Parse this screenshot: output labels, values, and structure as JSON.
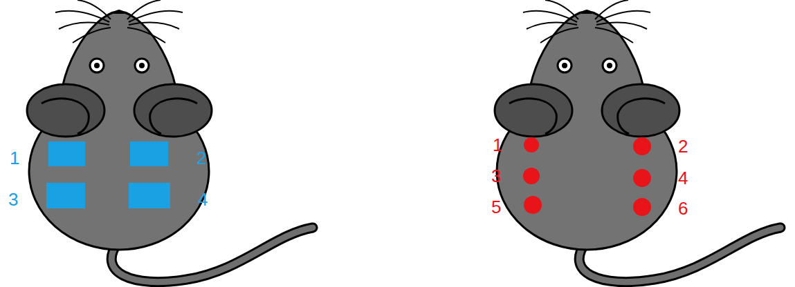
{
  "diagram": {
    "labels": [
      "1",
      "2",
      "3",
      "4",
      "1",
      "2",
      "3",
      "4",
      "5",
      "6"
    ]
  }
}
